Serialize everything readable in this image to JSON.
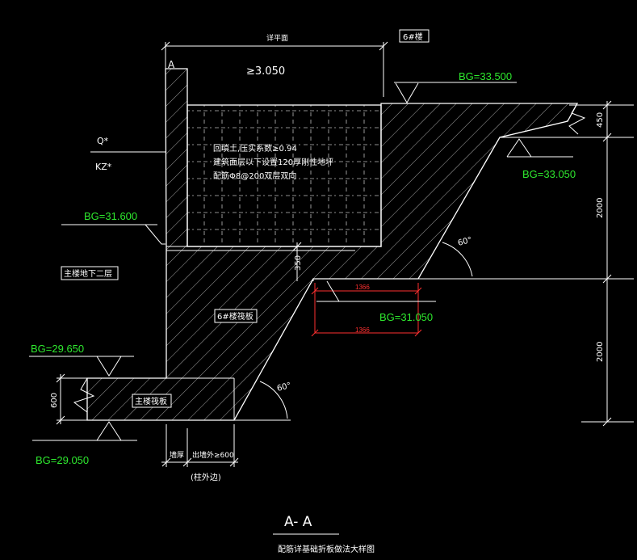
{
  "labels": {
    "top_dim": "详平面",
    "tag_6": "6#楼",
    "elev_3050": "≥3.050",
    "bg_33500": "BG=33.500",
    "bg_33050": "BG=33.050",
    "bg_31600": "BG=31.600",
    "bg_31050": "BG=31.050",
    "bg_29650": "BG=29.650",
    "bg_29050": "BG=29.050",
    "q": "Q*",
    "kz": "KZ*",
    "note1": "回填土,压实系数≥0.94",
    "note2": "建筑面层以下设置120厚刚性地坪",
    "note3": "配筋Φ8@200双层双向",
    "dim_450": "450",
    "dim_2000a": "2000",
    "dim_2000b": "2000",
    "dim_350": "350",
    "dim_600": "600",
    "dim_1366a": "1366",
    "dim_1366b": "1366",
    "angle_60a": "60°",
    "angle_60b": "60°",
    "main_basement": "主楼地下二层",
    "foundation_6": "6#楼筏板",
    "main_foundation": "主楼筏板",
    "wall_thk": "墙厚",
    "out_wall": "出墙外≥600",
    "col_edge": "(柱外边)",
    "section_title": "A- A",
    "caption": "配筋详基础折板做法大样图",
    "marker_a": "A"
  },
  "colors": {
    "line": "#ffffff",
    "green": "#2ee82e",
    "red": "#ff3030",
    "background": "#000000"
  }
}
